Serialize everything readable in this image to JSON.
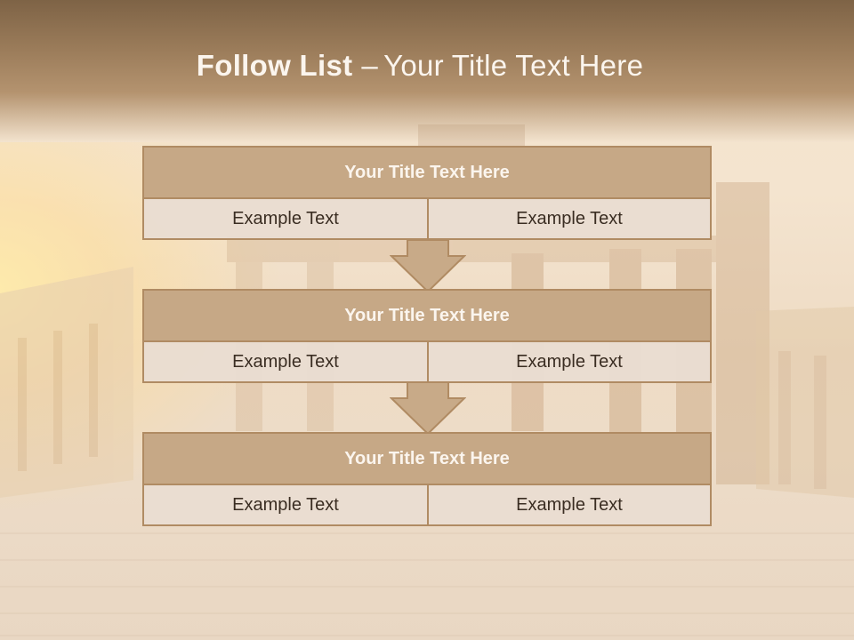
{
  "header": {
    "title_bold": "Follow List",
    "title_dash": "–",
    "title_rest": "Your Title Text Here"
  },
  "steps": [
    {
      "title": "Your Title Text Here",
      "left": "Example Text",
      "right": "Example Text"
    },
    {
      "title": "Your Title Text Here",
      "left": "Example Text",
      "right": "Example Text"
    },
    {
      "title": "Your Title Text Here",
      "left": "Example Text",
      "right": "Example Text"
    }
  ],
  "colors": {
    "header_band": "#9b7c5a",
    "block_title_fill": "#c6a886",
    "block_border": "#b08b63",
    "cell_fill": "#e9ddd1",
    "arrow_fill": "#c8aa88"
  },
  "background": {
    "icon": "city-gate-photo-background"
  }
}
